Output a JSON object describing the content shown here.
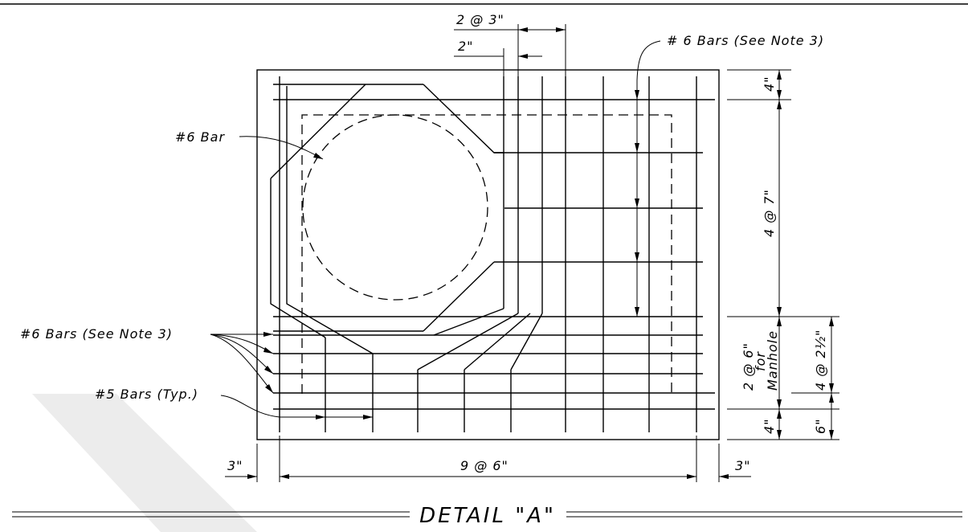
{
  "title": "DETAIL \"A\"",
  "labels": {
    "top_dim_1": "2 @ 3\"",
    "top_dim_2": "2\"",
    "note_bars_6_top": "# 6 Bars (See Note 3)",
    "bar_6": "#6 Bar",
    "note_bars_6_left": "#6 Bars (See Note 3)",
    "bars_5": "#5 Bars (Typ.)",
    "dim_left_3": "3\"",
    "dim_bottom": "9 @ 6\"",
    "dim_right_3": "3\"",
    "dim_right_top_4": "4\"",
    "dim_right_4at7": "4 @ 7\"",
    "dim_2at6": "2 @ 6\"",
    "dim_for": "for",
    "dim_manhole": "Manhole",
    "dim_4at2half": "4 @ 2½\"",
    "dim_right_bottom_4": "4\"",
    "dim_6": "6\""
  },
  "colors": {
    "line": "#000000",
    "watermark": "#e8e8e8",
    "background": "#ffffff"
  }
}
